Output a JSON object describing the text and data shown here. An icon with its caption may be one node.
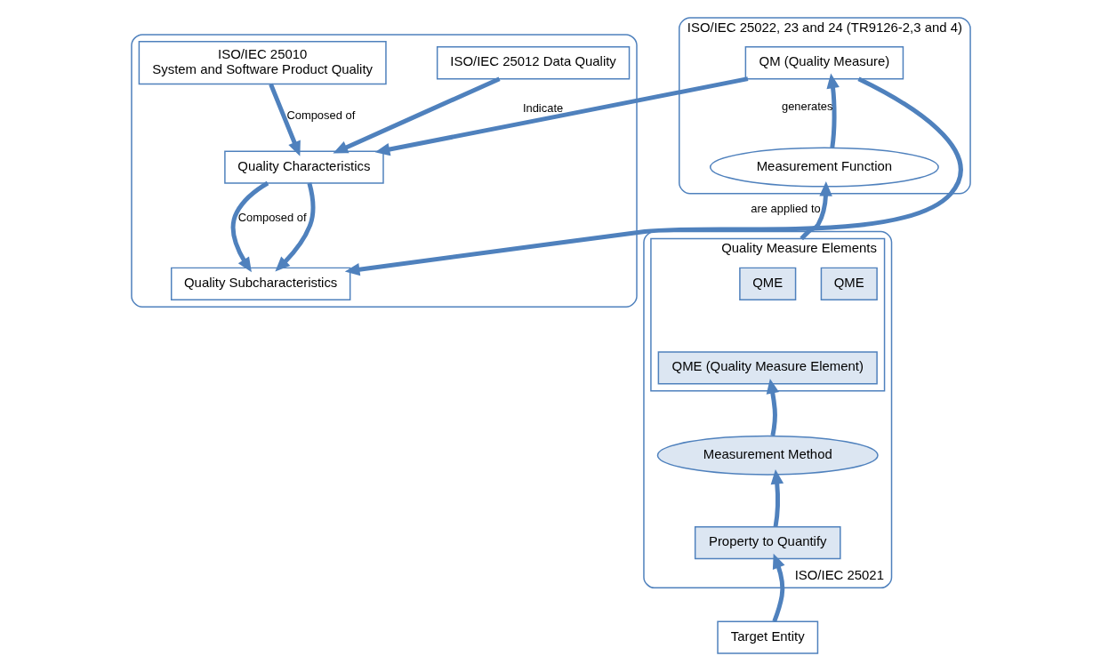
{
  "diagram": {
    "nodes": [
      {
        "text": [],
        "shape": "box"
      },
      {
        "text": [
          "ISO/IEC 25010",
          "System and Software Product Quality"
        ],
        "in": 0
      },
      {
        "text": [
          "ISO/IEC 25012 Data Quality"
        ],
        "in": 0
      },
      {
        "text": [
          "Quality Characteristics"
        ],
        "in": 0
      },
      {
        "text": [
          "Quality Subcharacteristics"
        ],
        "in": 0
      },
      {
        "text": [
          "ISO/IEC 25022, 23 and 24 (TR9126-2,3 and 4)"
        ]
      },
      {
        "text": [
          "QM (Quality Measure)"
        ],
        "in": 5
      },
      {
        "text": [
          "Measurement Function"
        ],
        "in": 5
      },
      {
        "text": [
          "ISO/IEC 25021"
        ]
      },
      {
        "text": [
          "Quality Measure Elements"
        ],
        "in": 8
      },
      {
        "text": [
          "QME (Quality Measure Element)"
        ],
        "in": 9
      },
      {
        "text": [
          "QME"
        ],
        "in": 9
      },
      {
        "text": [
          "QME"
        ],
        "in": 9
      },
      {
        "text": [
          "Measurement Method"
        ],
        "in": 8
      },
      {
        "text": [
          "Property to Quantify"
        ],
        "in": 8
      },
      {
        "text": [
          "Target Entity"
        ]
      }
    ],
    "edges": [
      {
        "from": 1,
        "to": 3,
        "arrow": "to",
        "label": "Composed of"
      },
      {
        "from": 2,
        "to": 3,
        "arrow": "to"
      },
      {
        "from": 3,
        "to": 4,
        "arrow": "to",
        "label": "Composed of"
      },
      {
        "from": 3,
        "to": 4,
        "arrow": "to"
      },
      {
        "from": 6,
        "to": 3,
        "arrow": "to",
        "label": "Indicate"
      },
      {
        "from": 6,
        "to": 4,
        "arrow": "to"
      },
      {
        "from": 7,
        "to": 6,
        "arrow": "to",
        "label": "generates"
      },
      {
        "from": 9,
        "to": 7,
        "arrow": "to",
        "label": "are applied to"
      },
      {
        "from": 13,
        "to": 10,
        "arrow": "to"
      },
      {
        "from": 14,
        "to": 13,
        "arrow": "to"
      },
      {
        "from": 15,
        "to": 14,
        "arrow": "to"
      }
    ]
  }
}
